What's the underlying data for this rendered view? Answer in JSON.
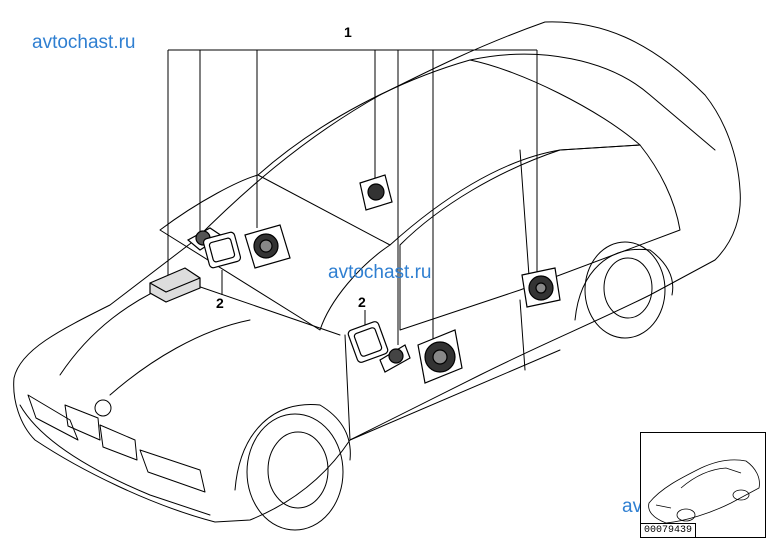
{
  "watermarks": [
    "avtochast.ru",
    "avtochast.ru",
    "avtochast.ru"
  ],
  "callouts": {
    "speakers": "1",
    "grille_left": "2",
    "grille_right": "2"
  },
  "reference_number": "00079439",
  "colors": {
    "watermark": "#2f7fd1",
    "lines": "#000000",
    "background": "#ffffff"
  }
}
